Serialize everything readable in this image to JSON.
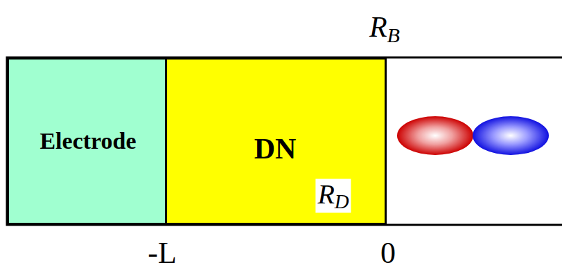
{
  "diagram": {
    "nodes": [
      {
        "text": [
          "Electrode"
        ]
      },
      {
        "text": [
          "DN",
          "RD"
        ]
      }
    ],
    "labels": [
      "RB",
      "-L",
      "0"
    ]
  }
}
